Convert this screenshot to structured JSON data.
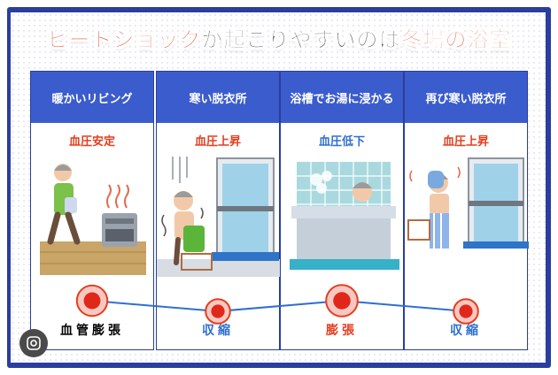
{
  "title": {
    "part1": "ヒートショック",
    "part2": "が起こりやすいのは",
    "part3": "冬場の浴室"
  },
  "panels": [
    {
      "heading": "暖かいリビング",
      "status": "血圧安定",
      "bottom": "血管膨張",
      "status_color": "#e53e1e",
      "bottom_color": "#e53e1e"
    },
    {
      "heading": "寒い脱衣所",
      "status": "血圧上昇",
      "bottom": "収縮",
      "status_color": "#e53e1e",
      "bottom_color": "#2f6fd1"
    },
    {
      "heading": "浴槽でお湯に浸かる",
      "status": "血圧低下",
      "bottom": "膨張",
      "status_color": "#2f6fd1",
      "bottom_color": "#e53e1e"
    },
    {
      "heading": "再び寒い脱衣所",
      "status": "血圧上昇",
      "bottom": "収縮",
      "status_color": "#e53e1e",
      "bottom_color": "#2f6fd1"
    }
  ],
  "blood_vessel_levels": [
    0.72,
    0.38,
    0.78,
    0.38
  ],
  "colors": {
    "frame": "#2a3e9e",
    "header": "#3b5ccc",
    "accent_red": "#e53e1e",
    "accent_blue": "#2f6fd1"
  },
  "icons": {
    "lens": "lens-search-icon"
  }
}
